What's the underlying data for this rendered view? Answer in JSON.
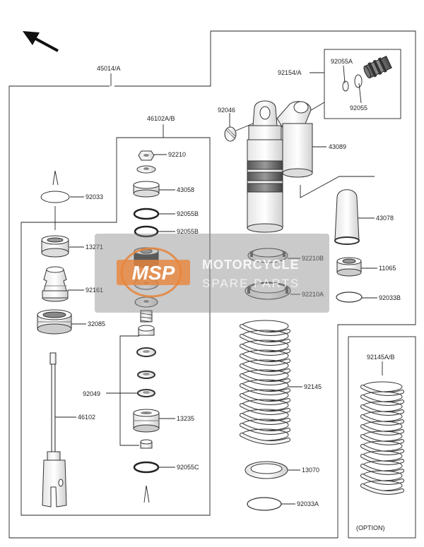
{
  "labels": {
    "assembly": "45014/A",
    "inner_assembly": "46102A/B",
    "p92210": "92210",
    "p92033_left": "92033",
    "p43058": "43058",
    "p92055B_1": "92055B",
    "p92055B_2": "92055B",
    "p13271": "13271",
    "p92161": "92161",
    "p32085": "32085",
    "p46102": "46102",
    "p92049": "92049",
    "p13235": "13235",
    "p92055C": "92055C",
    "p92046": "92046",
    "p92154": "92154/A",
    "p92055A": "92055A",
    "p92055": "92055",
    "p43089": "43089",
    "p43078": "43078",
    "p92210B": "92210B",
    "p11065": "11065",
    "p92210A": "92210A",
    "p92033B": "92033B",
    "p92145": "92145",
    "p13070": "13070",
    "p92033A": "92033A",
    "p92145AB": "92145A/B",
    "option": "(OPTION)"
  },
  "watermark": {
    "logo_text": "MSP",
    "line1": "MOTORCYCLE",
    "line2": "SPARE PARTS",
    "logo_color": "#e8843a"
  },
  "colors": {
    "line": "#222222",
    "part_fill": "#f7f7f7",
    "part_shade": "#c9c9c9",
    "dark_part": "#444444",
    "watermark_bg": "#8a8a8a"
  }
}
